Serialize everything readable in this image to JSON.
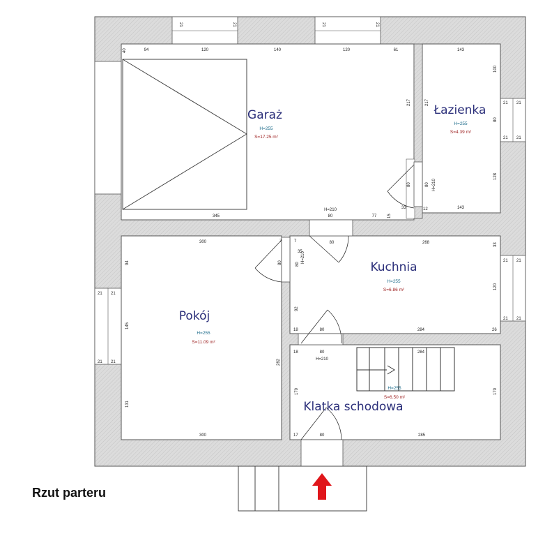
{
  "plan_title": "Rzut parteru",
  "rooms": {
    "garaz": {
      "name": "Garaż",
      "height": "H=255",
      "area": "S=17.25 m²"
    },
    "lazienka": {
      "name": "Łazienka",
      "height": "H=255",
      "area": "S=4.39 m²"
    },
    "kuchnia": {
      "name": "Kuchnia",
      "height": "H=255",
      "area": "S=6.86 m²"
    },
    "pokoj": {
      "name": "Pokój",
      "height": "H=255",
      "area": "S=11.09 m²"
    },
    "klatka": {
      "name": "Klatka schodowa",
      "height": "H=255",
      "area": "S=6.50 m²"
    }
  },
  "dimensions": {
    "top_21_a": "21",
    "top_21_b": "21",
    "top_21_c": "21",
    "top_21_d": "21",
    "garage_94": "94",
    "garage_120a": "120",
    "garage_140": "140",
    "garage_120b": "120",
    "garage_61": "61",
    "garage_40": "40",
    "garage_345": "345",
    "garage_217a": "217",
    "door_h210_garage": "H=210",
    "door_80_garage": "80",
    "dim_77": "77",
    "dim_15": "15",
    "dim_33": "33",
    "lazienka_143a": "143",
    "lazienka_143b": "143",
    "lazienka_217": "217",
    "lazienka_100": "100",
    "lazienka_80": "80",
    "lazienka_128": "128",
    "lazienka_21a": "21",
    "lazienka_21b": "21",
    "lazienka_21c": "21",
    "lazienka_21d": "21",
    "lazienka_80_door": "80",
    "lazienka_80_door2": "80",
    "lazienka_h210": "H=210",
    "lazienka_12": "12",
    "pokoj_300a": "300",
    "pokoj_300b": "300",
    "pokoj_94": "94",
    "pokoj_145": "145",
    "pokoj_131": "131",
    "pokoj_282": "282",
    "pokoj_21a": "21",
    "pokoj_21b": "21",
    "pokoj_21c": "21",
    "pokoj_21d": "21",
    "pokoj_7a": "7",
    "pokoj_7b": "7",
    "pokoj_35": "35",
    "pokoj_80_door": "80",
    "pokoj_80_door2": "80",
    "pokoj_h210": "H=210",
    "kuchnia_80": "80",
    "kuchnia_268": "268",
    "kuchnia_33": "33",
    "kuchnia_120": "120",
    "kuchnia_26": "26",
    "kuchnia_21a": "21",
    "kuchnia_21b": "21",
    "kuchnia_21c": "21",
    "kuchnia_21d": "21",
    "kuchnia_92": "92",
    "kuchnia_18": "18",
    "kuchnia_80b": "80",
    "kuchnia_284": "284",
    "klatka_18": "18",
    "klatka_80": "80",
    "klatka_284": "284",
    "klatka_h210": "H=210",
    "klatka_170a": "170",
    "klatka_170b": "170",
    "klatka_17": "17",
    "klatka_80b": "80",
    "klatka_285": "285"
  },
  "colors": {
    "wall": "#dcdcdc",
    "room_label": "#2b2f7a",
    "height_text": "#1c6b8a",
    "area_text": "#9b1b1b",
    "arrow": "#e0161b"
  }
}
